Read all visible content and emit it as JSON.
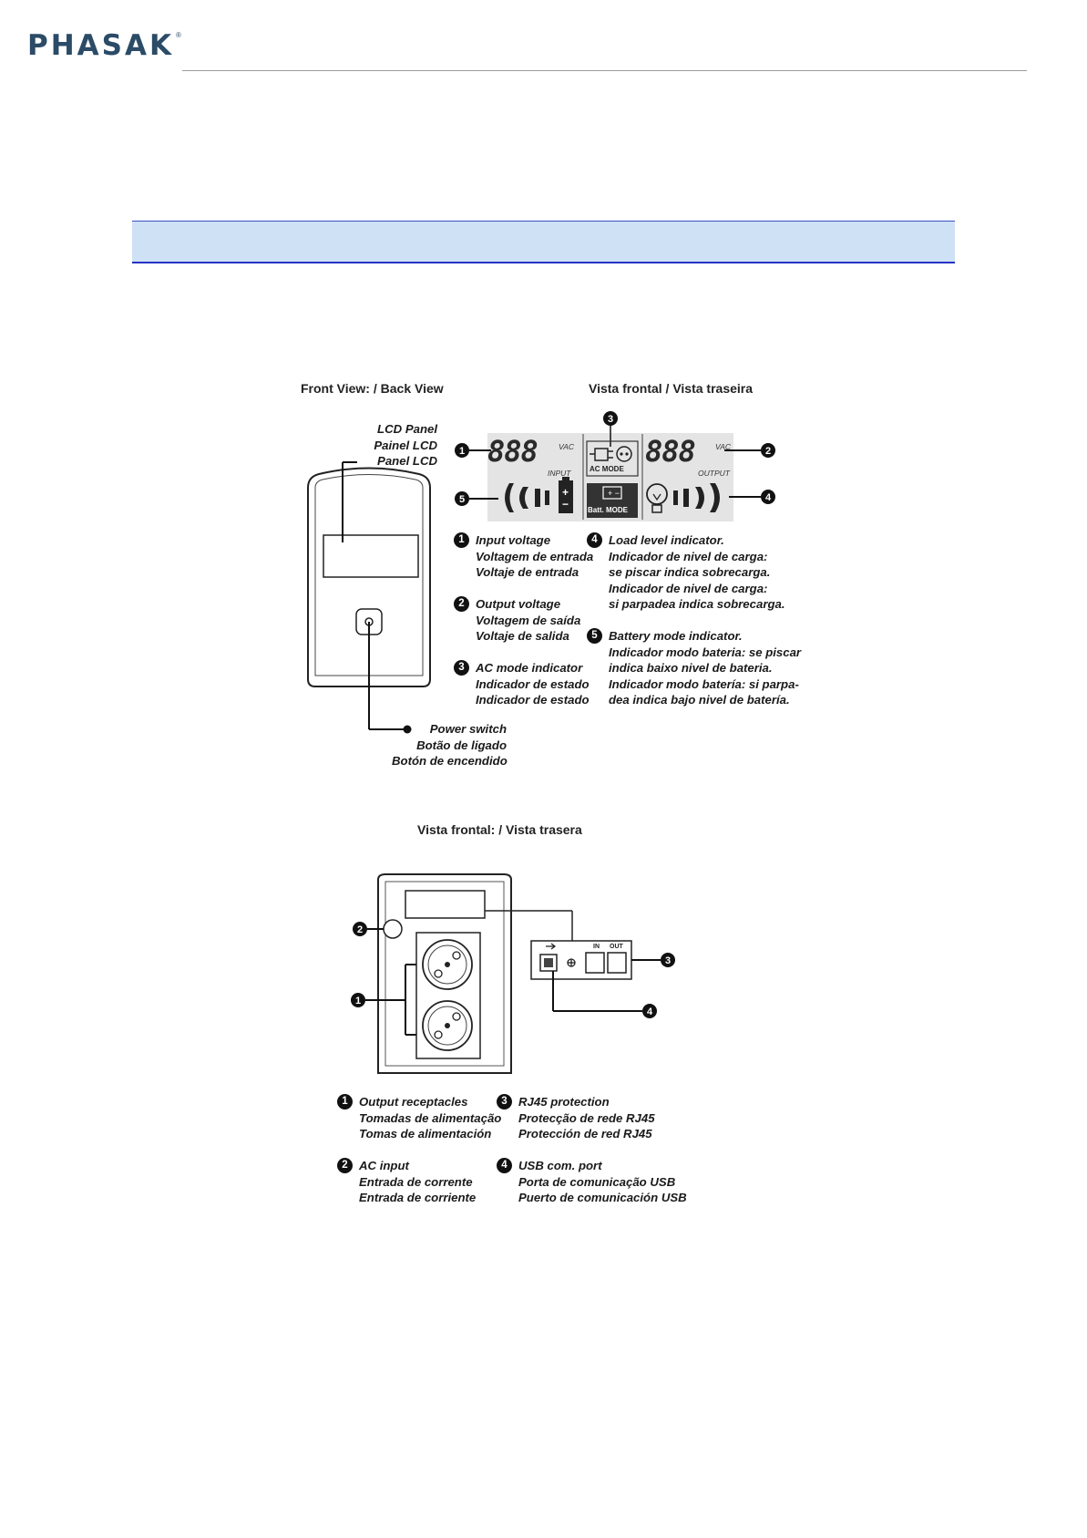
{
  "header": {
    "logo_text": "PHASAK",
    "logo_mark": "®"
  },
  "section_bar": {
    "title": ""
  },
  "front": {
    "caption_left": "Front View: / Back View",
    "caption_right": "Vista frontal / Vista traseira",
    "lcd_panel": [
      "LCD Panel",
      "Painel LCD",
      "Panel LCD"
    ],
    "power_switch": [
      "Power switch",
      "Botão de ligado",
      "Botón de encendido"
    ],
    "display": {
      "input_digits": "888",
      "output_digits": "888",
      "vac_label": "VAC",
      "input_label": "INPUT",
      "output_label": "OUTPUT",
      "ac_mode_label": "AC MODE",
      "batt_mode_label": "Batt. MODE",
      "battery_plus": "+",
      "battery_minus": "−"
    },
    "callouts": [
      {
        "num": "1",
        "lines": [
          "Input voltage",
          "Voltagem de entrada",
          "Voltaje de entrada"
        ]
      },
      {
        "num": "2",
        "lines": [
          "Output voltage",
          "Voltagem de saída",
          "Voltaje de salida"
        ]
      },
      {
        "num": "3",
        "lines": [
          "AC mode indicator",
          "Indicador de estado",
          "Indicador de estado"
        ]
      },
      {
        "num": "4",
        "lines": [
          "Load level indicator.",
          "Indicador de nivel de carga:",
          "se piscar indica sobrecarga.",
          "Indicador de nivel de carga:",
          "si parpadea indica sobrecarga."
        ]
      },
      {
        "num": "5",
        "lines": [
          "Battery mode indicator.",
          "Indicador modo bateria: se piscar",
          "indica baixo nivel de bateria.",
          "Indicador modo batería: si parpa-",
          "dea indica bajo nivel de batería."
        ]
      }
    ]
  },
  "back": {
    "caption": "Vista frontal: / Vista trasera",
    "port_in": "IN",
    "port_out": "OUT",
    "callouts": [
      {
        "num": "1",
        "lines": [
          "Output receptacles",
          "Tomadas de alimentação",
          "Tomas de alimentación"
        ]
      },
      {
        "num": "2",
        "lines": [
          "AC input",
          "Entrada de corrente",
          "Entrada de corriente"
        ]
      },
      {
        "num": "3",
        "lines": [
          "RJ45 protection",
          "Protecção de rede RJ45",
          "Protección de red RJ45"
        ]
      },
      {
        "num": "4",
        "lines": [
          "USB com. port",
          "Porta de comunicação USB",
          "Puerto de comunicación USB"
        ]
      }
    ]
  },
  "icons": [
    "plug-icon",
    "socket-icon",
    "battery-icon",
    "bulb-icon",
    "usb-icon",
    "ground-icon"
  ],
  "colors": {
    "logo": "#2b4b67",
    "section_bar": "#cfe1f4",
    "section_border": "#2334c4",
    "lcd_bg": "#e4e4e4"
  }
}
